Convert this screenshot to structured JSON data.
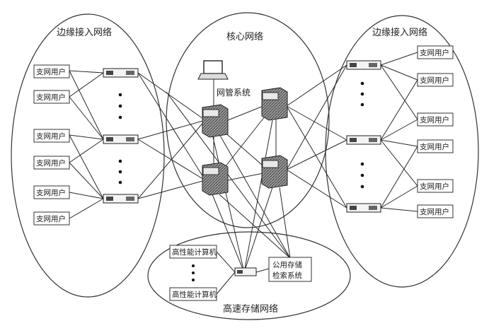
{
  "zones": {
    "left": "边缘接入网络",
    "core": "核心网络",
    "right": "边缘接入网络",
    "storage": "高速存储网络"
  },
  "core_label": "网管系统",
  "user_label": "支网用户",
  "hpc_label": "高性能计算机",
  "storage_system": {
    "line1": "公用存储",
    "line2": "检索系统"
  },
  "colors": {
    "line": "#2a2a2a",
    "switch": "#555555",
    "server": "#3a3a3a"
  }
}
